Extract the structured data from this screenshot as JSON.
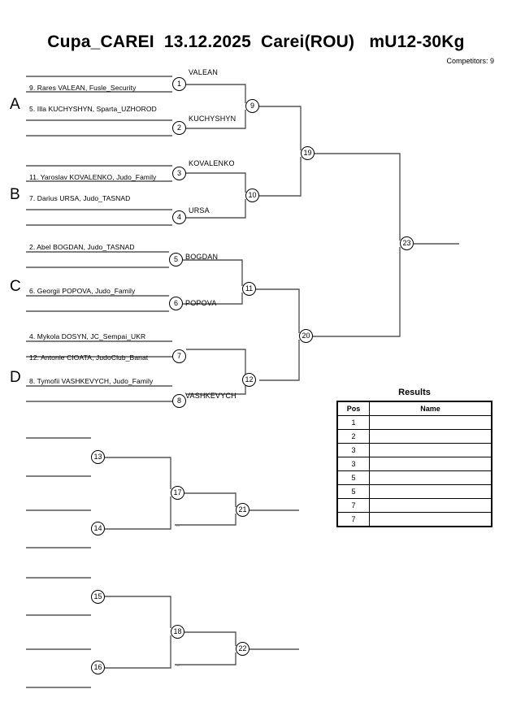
{
  "header": {
    "title": "Cupa_CAREI  13.12.2025  Carei(ROU)   mU12-30Kg",
    "competitors": "Competitors: 9"
  },
  "groups": [
    {
      "label": "A"
    },
    {
      "label": "B"
    },
    {
      "label": "C"
    },
    {
      "label": "D"
    }
  ],
  "entries": [
    {
      "text": "9. Rares VALEAN, Fusle_Security"
    },
    {
      "text": "5. Illa KUCHYSHYN, Sparta_UZHOROD"
    },
    {
      "text": "11. Yaroslav KOVALENKO, Judo_Family"
    },
    {
      "text": "7. Darius URSA, Judo_TASNAD"
    },
    {
      "text": "2. Abel BOGDAN, Judo_TASNAD"
    },
    {
      "text": "6. Georgii POPOVA, Judo_Family"
    },
    {
      "text": "4. Mykola DOSYN, JC_Sempai_UKR"
    },
    {
      "text": "12. Antonie CIOATA, JudoClub_Banat"
    },
    {
      "text": "8. Tymofii VASHKEVYCH, Judo_Family"
    }
  ],
  "bouts": [
    {
      "num": "1",
      "winner": "VALEAN"
    },
    {
      "num": "2",
      "winner": "KUCHYSHYN"
    },
    {
      "num": "3",
      "winner": "KOVALENKO"
    },
    {
      "num": "4",
      "winner": "URSA"
    },
    {
      "num": "5",
      "winner": "BOGDAN"
    },
    {
      "num": "6",
      "winner": "POPOVA"
    },
    {
      "num": "7",
      "winner": ""
    },
    {
      "num": "8",
      "winner": "VASHKEVYCH"
    },
    {
      "num": "9",
      "winner": ""
    },
    {
      "num": "10",
      "winner": ""
    },
    {
      "num": "11",
      "winner": ""
    },
    {
      "num": "12",
      "winner": ""
    },
    {
      "num": "13",
      "winner": ""
    },
    {
      "num": "14",
      "winner": ""
    },
    {
      "num": "15",
      "winner": ""
    },
    {
      "num": "16",
      "winner": ""
    },
    {
      "num": "17",
      "winner": ""
    },
    {
      "num": "18",
      "winner": ""
    },
    {
      "num": "19",
      "winner": ""
    },
    {
      "num": "20",
      "winner": ""
    },
    {
      "num": "21",
      "winner": ""
    },
    {
      "num": "22",
      "winner": ""
    },
    {
      "num": "23",
      "winner": ""
    }
  ],
  "feed_marks": [
    {
      "text": "20"
    },
    {
      "text": "19"
    }
  ],
  "results": {
    "title": "Results",
    "columns": [
      "Pos",
      "Name"
    ],
    "rows": [
      {
        "pos": "1",
        "name": ""
      },
      {
        "pos": "2",
        "name": ""
      },
      {
        "pos": "3",
        "name": ""
      },
      {
        "pos": "3",
        "name": ""
      },
      {
        "pos": "5",
        "name": ""
      },
      {
        "pos": "5",
        "name": ""
      },
      {
        "pos": "7",
        "name": ""
      },
      {
        "pos": "7",
        "name": ""
      }
    ]
  },
  "colors": {
    "line": "#555555",
    "ink": "#000000",
    "paper": "#ffffff"
  }
}
